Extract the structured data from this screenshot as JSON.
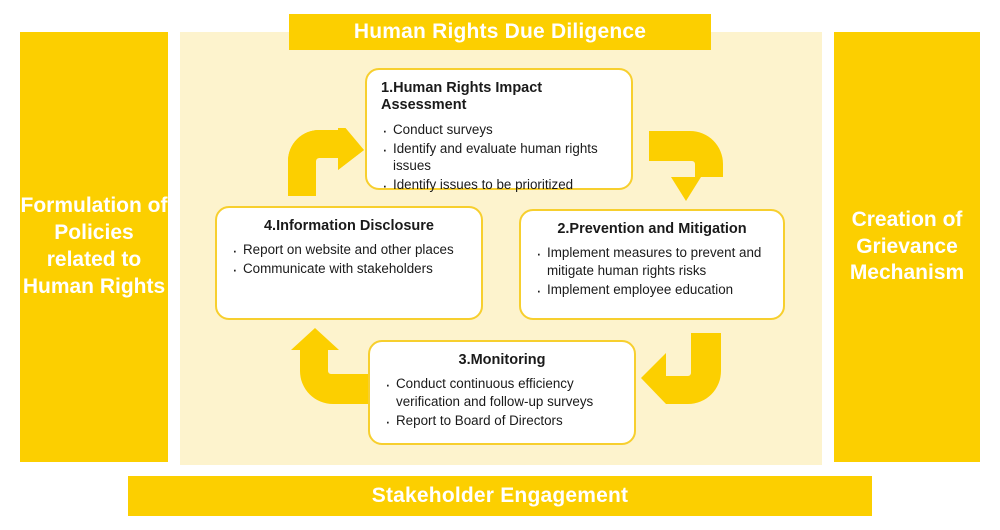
{
  "diagram": {
    "header": {
      "title": "Human Rights Due Diligence"
    },
    "footer": {
      "title": "Stakeholder Engagement"
    },
    "left_band": {
      "label": "Formulation of Policies related to Human Rights"
    },
    "right_band": {
      "label": "Creation of Grievance Mechanism"
    },
    "colors": {
      "brand_yellow": "#fccf00",
      "panel_cream": "#fdf3cd",
      "card_border": "#f7cf2e",
      "card_fill": "#ffffff",
      "text_dark": "#1a1a1a",
      "text_on_yellow": "#ffffff"
    },
    "steps": [
      {
        "number": "1.",
        "title": "1.Human Rights Impact Assessment",
        "bullets": [
          "Conduct surveys",
          "Identify and evaluate human rights issues",
          "Identify issues to be prioritized"
        ]
      },
      {
        "number": "2.",
        "title": "2.Prevention and Mitigation",
        "bullets": [
          "Implement measures to prevent and mitigate human rights risks",
          "Implement employee education"
        ]
      },
      {
        "number": "3.",
        "title": "3.Monitoring",
        "bullets": [
          "Conduct continuous efficiency verification and follow-up surveys",
          "Report to Board of Directors"
        ]
      },
      {
        "number": "4.",
        "title": "4.Information Disclosure",
        "bullets": [
          "Report on website and other places",
          "Communicate with stakeholders"
        ]
      }
    ],
    "arrows": [
      {
        "name": "arrow-up-right",
        "from": "4.Information Disclosure",
        "to": "1.Human Rights Impact Assessment"
      },
      {
        "name": "arrow-right-down",
        "from": "1.Human Rights Impact Assessment",
        "to": "2.Prevention and Mitigation"
      },
      {
        "name": "arrow-down-left",
        "from": "2.Prevention and Mitigation",
        "to": "3.Monitoring"
      },
      {
        "name": "arrow-left-up",
        "from": "3.Monitoring",
        "to": "4.Information Disclosure"
      }
    ]
  }
}
